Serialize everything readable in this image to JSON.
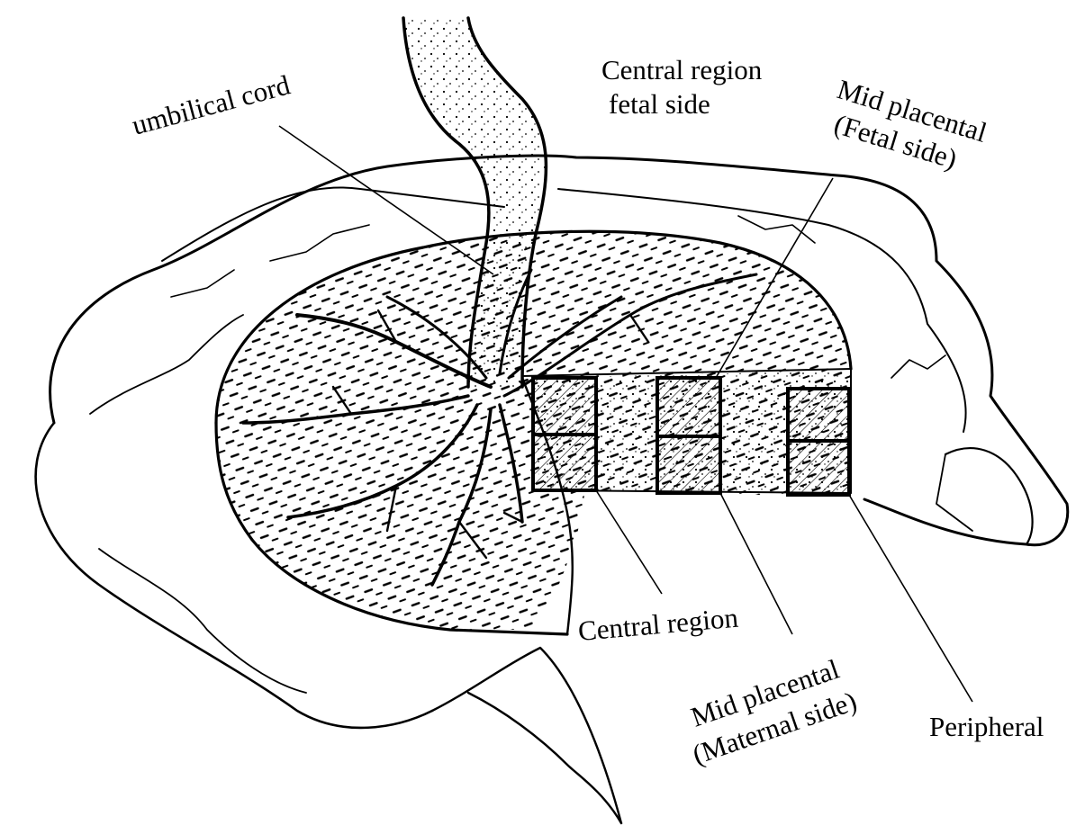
{
  "colors": {
    "ink": "#000000",
    "paper": "#ffffff",
    "shade": "#d9d9d9"
  },
  "labels": {
    "umbilical_cord": "umbilical cord",
    "central_region_fetal_line1": "Central region",
    "central_region_fetal_line2": "fetal side",
    "mid_placental_fetal_line1": "Mid placental",
    "mid_placental_fetal_line2": "(Fetal side)",
    "central_region": "Central region",
    "mid_placental_maternal_line1": "Mid placental",
    "mid_placental_maternal_line2": "(Maternal side)",
    "peripheral": "Peripheral"
  }
}
